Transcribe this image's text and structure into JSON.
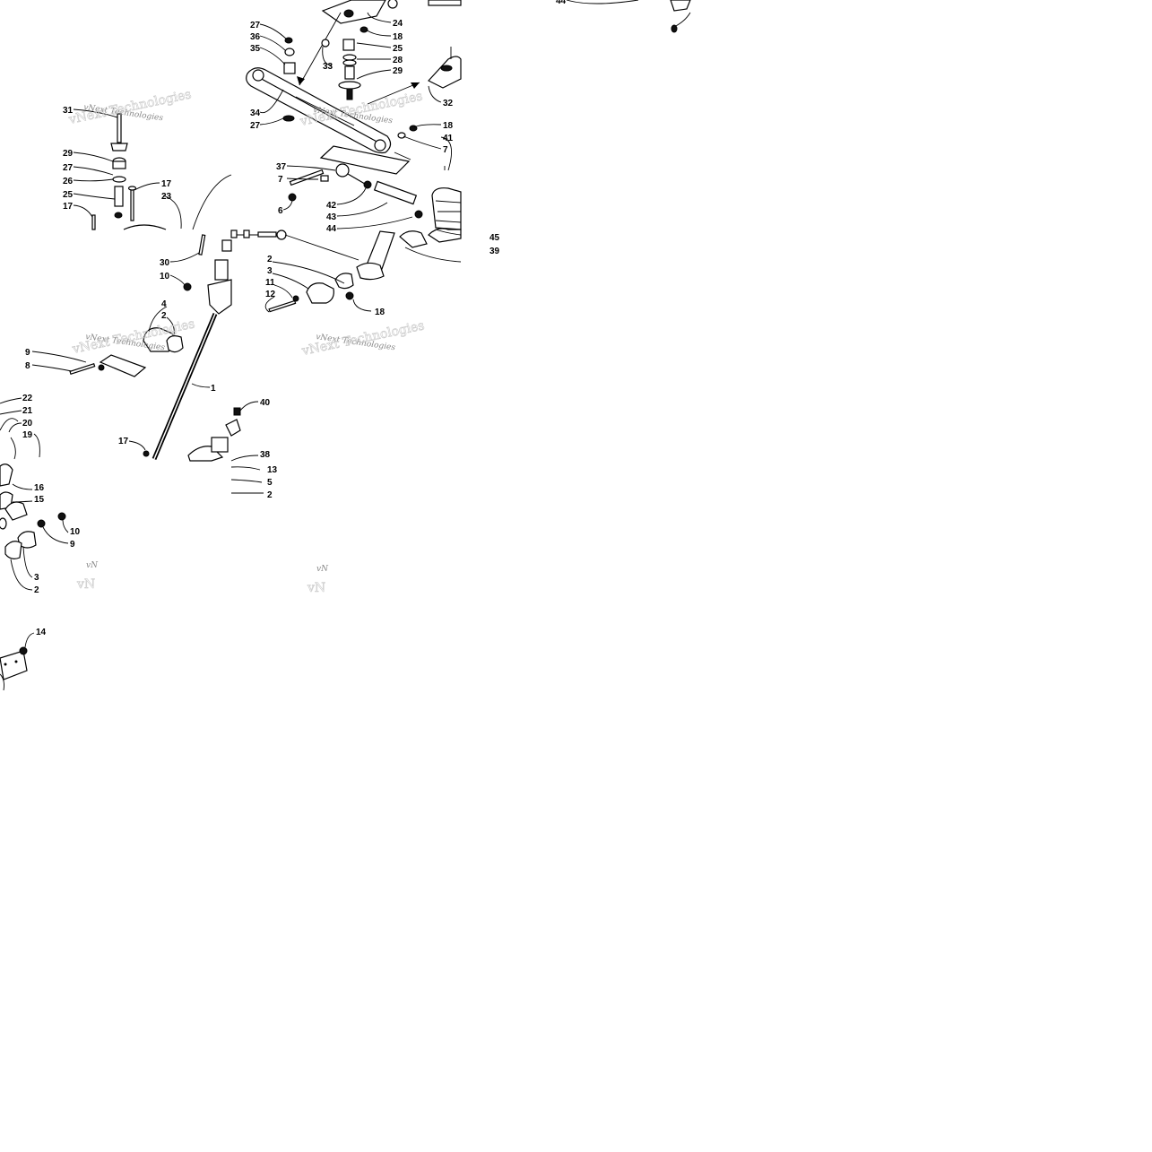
{
  "watermark": {
    "text": "vNext Technologies",
    "fragment": "vN"
  },
  "callouts": [
    "1",
    "2",
    "3",
    "4",
    "5",
    "6",
    "7",
    "8",
    "9",
    "10",
    "11",
    "12",
    "13",
    "14",
    "15",
    "16",
    "17",
    "18",
    "19",
    "20",
    "21",
    "22",
    "23",
    "24",
    "25",
    "26",
    "27",
    "28",
    "29",
    "30",
    "31",
    "32",
    "33",
    "34",
    "35",
    "36",
    "37",
    "38",
    "39",
    "40",
    "41",
    "42",
    "43",
    "44",
    "45"
  ],
  "colors": {
    "ink": "#000000",
    "watermark": "#888888",
    "background": "#ffffff"
  }
}
